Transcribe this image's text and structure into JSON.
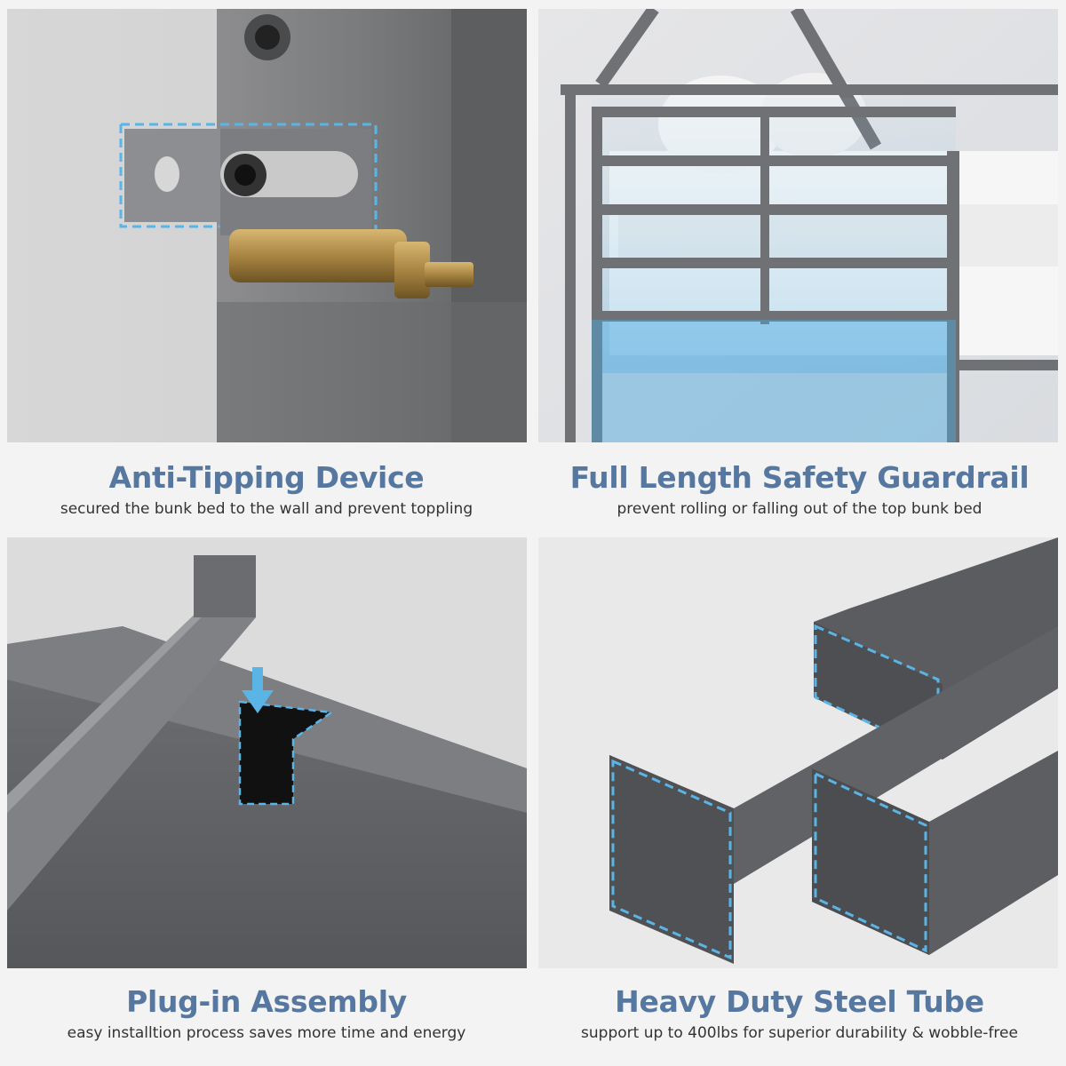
{
  "features": [
    {
      "title": "Anti-Tipping Device",
      "subtitle": "secured the bunk bed to the wall and prevent toppling"
    },
    {
      "title": "Full Length Safety Guardrail",
      "subtitle": "prevent rolling or falling out of the top bunk bed"
    },
    {
      "title": "Plug-in Assembly",
      "subtitle": "easy installtion process saves more time and energy"
    },
    {
      "title": "Heavy Duty Steel Tube",
      "subtitle": "support up to 400lbs for superior durability &  wobble-free"
    }
  ],
  "colors": {
    "title_blue": "#5678a0",
    "highlight_blue": "#5ab4e6",
    "steel_gray": "#6b6d70",
    "background": "#f3f3f3"
  }
}
